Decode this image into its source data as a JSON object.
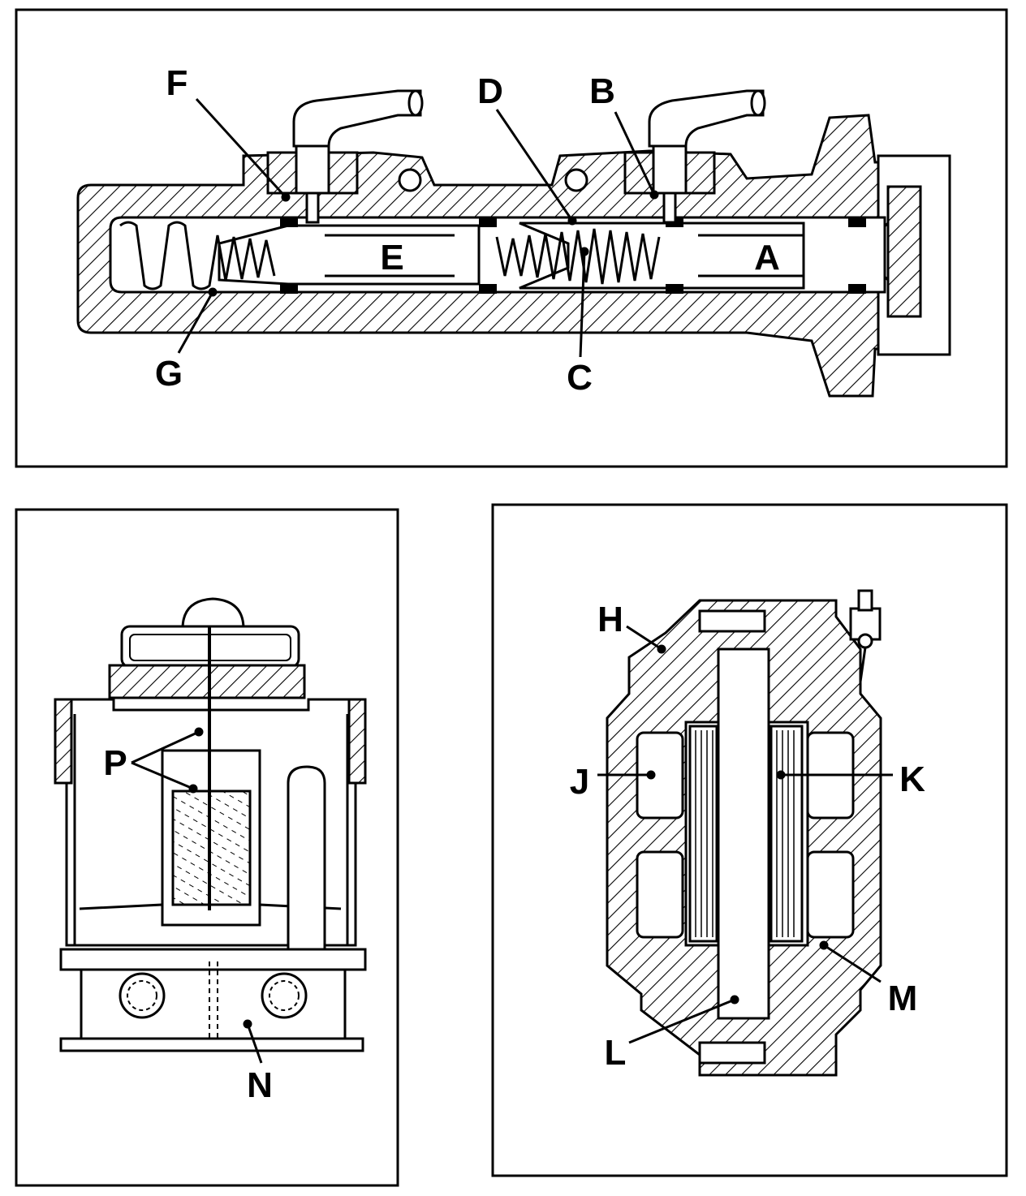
{
  "panels": {
    "master_cylinder": {
      "labels": {
        "a": "A",
        "b": "B",
        "c": "C",
        "d": "D",
        "e": "E",
        "f": "F",
        "g": "G"
      }
    },
    "reservoir": {
      "labels": {
        "n": "N",
        "p": "P"
      }
    },
    "caliper": {
      "labels": {
        "h": "H",
        "j": "J",
        "k": "K",
        "l": "L",
        "m": "M"
      }
    }
  },
  "colors": {
    "ink": "#000000",
    "paper": "#ffffff"
  }
}
